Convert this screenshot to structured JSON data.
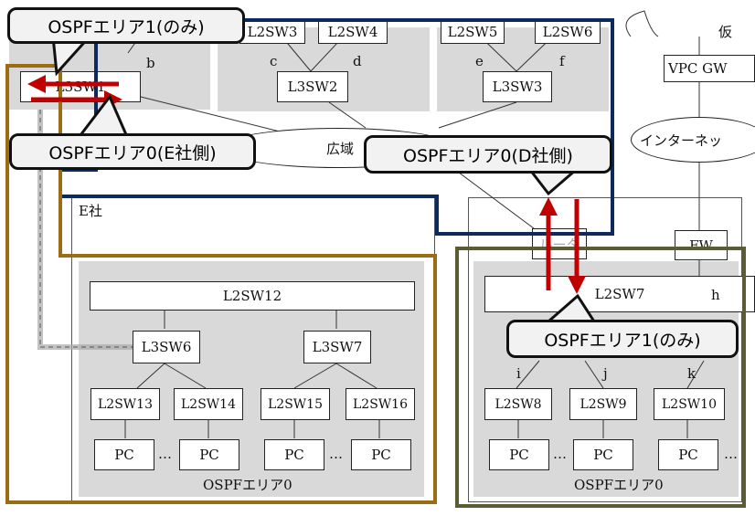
{
  "callouts": {
    "area1_top": "OSPFエリア1(のみ)",
    "area0_e": "OSPFエリア0(E社側)",
    "area0_d": "OSPFエリア0(D社側)",
    "area1_right": "OSPFエリア1(のみ)"
  },
  "top": {
    "l2sw3": "L2SW3",
    "l2sw4": "L2SW4",
    "l2sw5": "L2SW5",
    "l2sw6": "L2SW6",
    "l3sw1": "L3SW1",
    "l3sw2": "L3SW2",
    "l3sw3": "L3SW3",
    "b": "b",
    "c": "c",
    "d": "d",
    "e": "e",
    "f": "f",
    "wan": "広域",
    "vpcgw": "VPC GW",
    "internet": "インターネッ",
    "topright_char": "仮"
  },
  "e_company": {
    "title": "E社",
    "l2sw12": "L2SW12",
    "l3sw6": "L3SW6",
    "l3sw7": "L3SW7",
    "l2sw13": "L2SW13",
    "l2sw14": "L2SW14",
    "l2sw15": "L2SW15",
    "l2sw16": "L2SW16",
    "pc": "PC",
    "dots": "…",
    "area": "OSPFエリア0"
  },
  "d_company": {
    "router": "ルータ",
    "fw": "FW",
    "l2sw7": "L2SW7",
    "h": "h",
    "i": "i",
    "j": "j",
    "k": "k",
    "l2sw8": "L2SW8",
    "l2sw9": "L2SW9",
    "l2sw10": "L2SW10",
    "pc": "PC",
    "dots": "…",
    "area": "OSPFエリア0"
  },
  "colors": {
    "navy_frame": "#0d2a5e",
    "brown_frame": "#9a6c14",
    "olive_frame": "#5b5c34",
    "arrow_red": "#c00000"
  }
}
